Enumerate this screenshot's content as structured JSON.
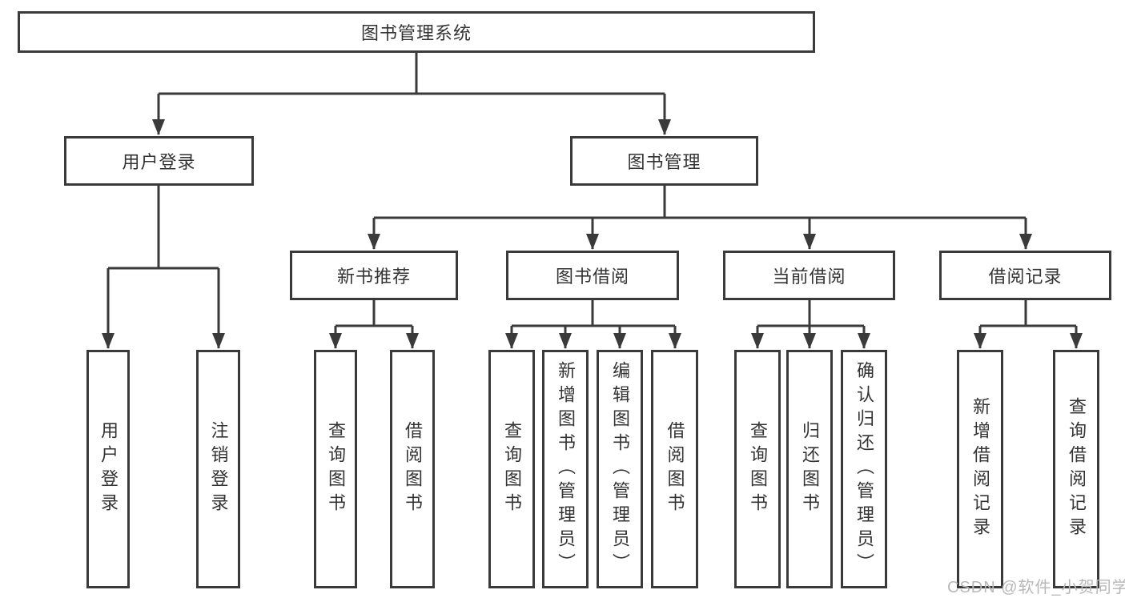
{
  "diagram": {
    "root": {
      "label": "图书管理系统"
    },
    "branches": [
      {
        "label": "用户登录",
        "children": [
          {
            "label": "用户登录"
          },
          {
            "label": "注销登录"
          }
        ]
      },
      {
        "label": "图书管理",
        "children": [
          {
            "label": "新书推荐",
            "children": [
              {
                "label": "查询图书"
              },
              {
                "label": "借阅图书"
              }
            ]
          },
          {
            "label": "图书借阅",
            "children": [
              {
                "label": "查询图书"
              },
              {
                "label": "新增图书（管理员）"
              },
              {
                "label": "编辑图书（管理员）"
              },
              {
                "label": "借阅图书"
              }
            ]
          },
          {
            "label": "当前借阅",
            "children": [
              {
                "label": "查询图书"
              },
              {
                "label": "归还图书"
              },
              {
                "label": "确认归还（管理员）"
              }
            ]
          },
          {
            "label": "借阅记录",
            "children": [
              {
                "label": "新增借阅记录"
              },
              {
                "label": "查询借阅记录"
              }
            ]
          }
        ]
      }
    ]
  },
  "colors": {
    "line": "#3a3a3a",
    "box_border": "#3a3a3a",
    "text": "#333333",
    "watermark_text": "#b8b8b8",
    "background": "#ffffff"
  },
  "watermark": "CSDN @软件_小贺同学"
}
